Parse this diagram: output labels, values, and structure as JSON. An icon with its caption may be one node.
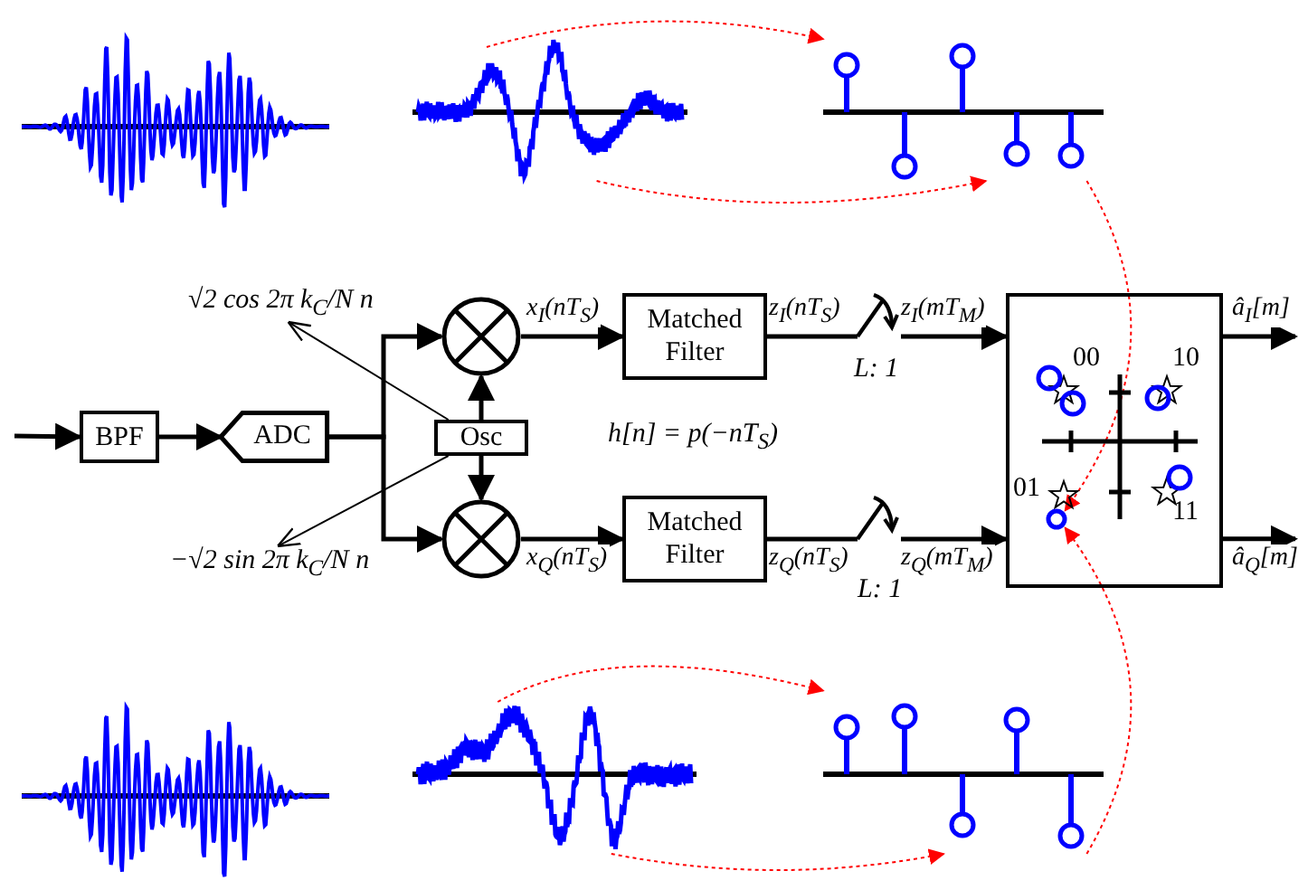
{
  "diagram": {
    "nodes": [
      {
        "text": [],
        "shape": "picture"
      },
      {
        "text": [],
        "shape": "picture"
      },
      {
        "text": [
          "√2 cos 2π k$_{C}$/N n"
        ]
      },
      {
        "text": [],
        "shape": "circle"
      },
      {
        "text": [
          "Matched Filter"
        ]
      },
      {
        "text": [],
        "shape": "switch",
        "beside": [
          "L: 1"
        ]
      },
      {
        "text": [],
        "shape": "box"
      },
      {
        "text": [],
        "shape": "circle",
        "in": 6
      },
      {
        "text": [
          "BPF"
        ]
      },
      {
        "text": [
          "ADC"
        ]
      },
      {
        "text": [
          "Osc"
        ]
      },
      {
        "text": [
          "−√2 sin 2π k$_{C}$/N n"
        ]
      },
      {
        "text": [],
        "shape": "circle"
      },
      {
        "text": [
          "Matched Filter"
        ]
      },
      {
        "text": [],
        "shape": "switch",
        "beside": [
          "L: 1"
        ]
      },
      {
        "text": [],
        "shape": "picture"
      },
      {
        "text": [],
        "shape": "picture"
      }
    ],
    "edges": [
      {
        "from": null,
        "to": 8,
        "arrow": "to"
      },
      {
        "from": 8,
        "to": 9,
        "arrow": "to"
      },
      {
        "from": 9,
        "to": 3,
        "arrow": "to"
      },
      {
        "from": 9,
        "to": 12,
        "arrow": "to"
      },
      {
        "from": 10,
        "to": 3,
        "arrow": "to"
      },
      {
        "from": 10,
        "to": 12,
        "arrow": "to"
      },
      {
        "from": 10,
        "to": 2,
        "arrow": "to"
      },
      {
        "from": 10,
        "to": 11,
        "arrow": "to"
      },
      {
        "from": 3,
        "to": 4,
        "arrow": "to",
        "label": "x$_{I}$(nT$_{S}$)"
      },
      {
        "from": 4,
        "to": 5,
        "arrow": "none",
        "label": "z$_{I}$(nT$_{S}$)"
      },
      {
        "from": 5,
        "to": 6,
        "arrow": "to",
        "label": "z$_{I}$(mT$_{M}$)"
      },
      {
        "from": 6,
        "to": null,
        "arrow": "to",
        "label": "â$_{I}$[m]"
      },
      {
        "from": 12,
        "to": 13,
        "arrow": "to",
        "label": "x$_{Q}$(nT$_{S}$)"
      },
      {
        "from": 13,
        "to": 14,
        "arrow": "none",
        "label": "z$_{Q}$(nT$_{S}$)"
      },
      {
        "from": 14,
        "to": 6,
        "arrow": "to",
        "label": "z$_{Q}$(mT$_{M}$)"
      },
      {
        "from": 6,
        "to": null,
        "arrow": "to",
        "label": "â$_{Q}$[m]"
      },
      {
        "from": 0,
        "to": 1,
        "arrow": "to",
        "style": "dashed",
        "color": "#ff0000"
      },
      {
        "from": 0,
        "to": 1,
        "arrow": "to",
        "style": "dashed",
        "color": "#ff0000"
      },
      {
        "from": 1,
        "to": 7,
        "arrow": "to",
        "style": "dashed",
        "color": "#ff0000"
      },
      {
        "from": 15,
        "to": 16,
        "arrow": "to",
        "style": "dashed",
        "color": "#ff0000"
      },
      {
        "from": 15,
        "to": 16,
        "arrow": "to",
        "style": "dashed",
        "color": "#ff0000"
      },
      {
        "from": 16,
        "to": 7,
        "arrow": "to",
        "style": "dashed",
        "color": "#ff0000"
      }
    ],
    "labels": [
      "h[n] = p(−nT$_{S}$)",
      "00",
      "10",
      "01",
      "11"
    ]
  }
}
